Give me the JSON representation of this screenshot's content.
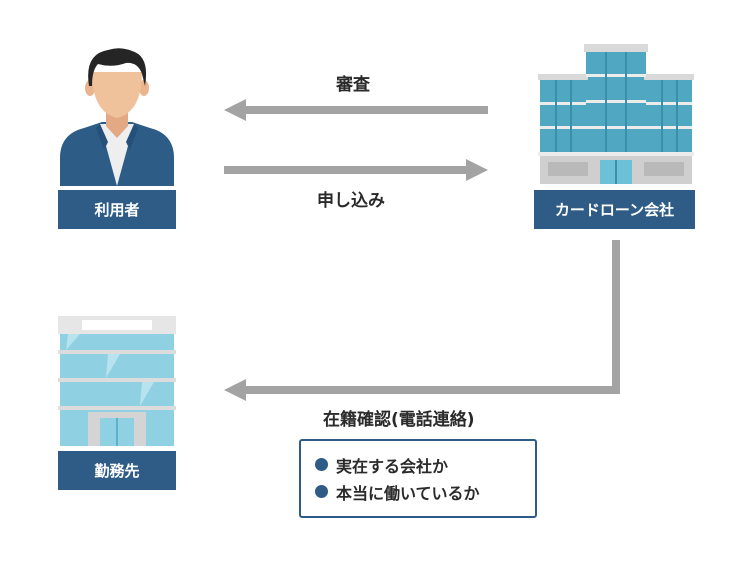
{
  "actors": {
    "user": {
      "label": "利用者",
      "icon": "person-icon"
    },
    "lender": {
      "label": "カードローン会社",
      "icon": "office-building-icon"
    },
    "workplace": {
      "label": "勤務先",
      "icon": "workplace-building-icon"
    }
  },
  "flows": {
    "review": "審査",
    "application": "申し込み",
    "employment_check": "在籍確認(電話連絡)"
  },
  "checks": [
    "実在する会社か",
    "本当に働いているか"
  ],
  "colors": {
    "label_bg": "#2e5c86",
    "arrow": "#a3a3a3",
    "suit": "#2d5c86",
    "skin": "#f0c29b",
    "hair": "#252525",
    "glass": "#5cb8d2"
  }
}
